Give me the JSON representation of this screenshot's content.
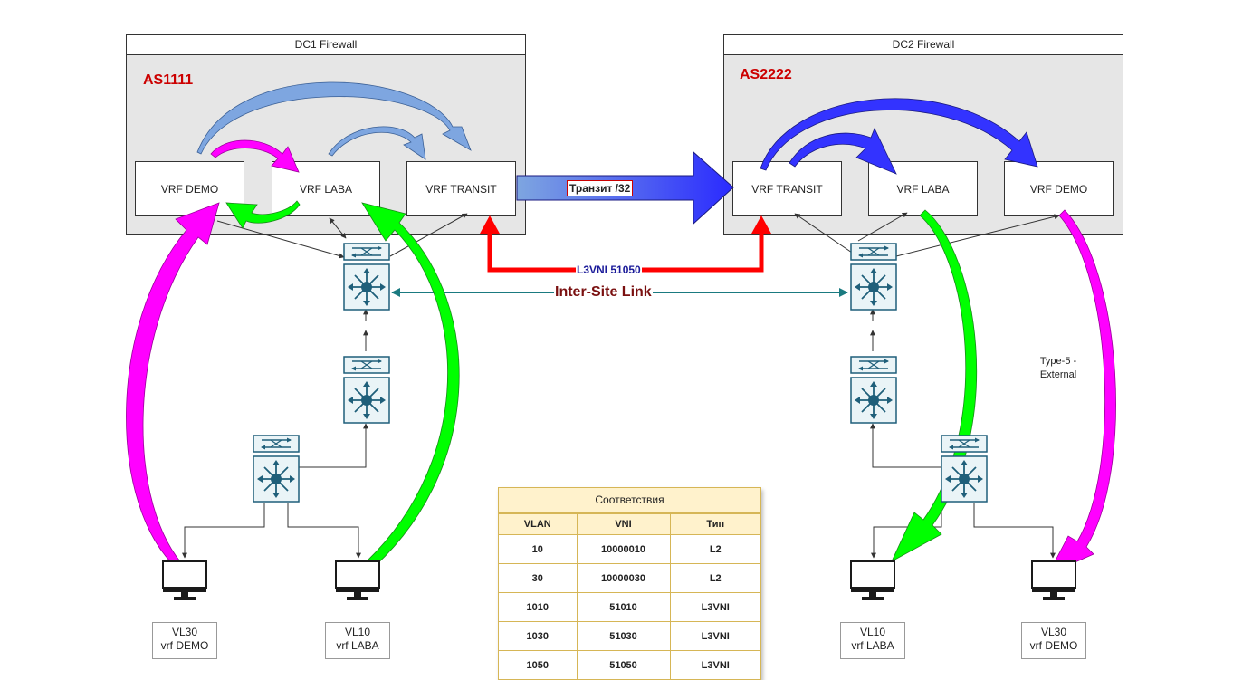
{
  "dc1": {
    "title": "DC1 Firewall",
    "as": "AS1111",
    "vrfs": [
      "VRF DEMO",
      "VRF LABA",
      "VRF TRANSIT"
    ]
  },
  "dc2": {
    "title": "DC2 Firewall",
    "as": "AS2222",
    "vrfs": [
      "VRF TRANSIT",
      "VRF LABA",
      "VRF DEMO"
    ]
  },
  "links": {
    "transit": "Транзит /32",
    "l3vni": "L3VNI 51050",
    "inter_site": "Inter-Site Link",
    "type5": "Type-5 - External"
  },
  "hosts": [
    {
      "vlan": "VL30",
      "vrf": "vrf DEMO"
    },
    {
      "vlan": "VL10",
      "vrf": "vrf LABA"
    },
    {
      "vlan": "VL10",
      "vrf": "vrf LABA"
    },
    {
      "vlan": "VL30",
      "vrf": "vrf DEMO"
    }
  ],
  "table": {
    "title": "Соответствия",
    "headers": [
      "VLAN",
      "VNI",
      "Тип"
    ],
    "rows": [
      [
        "10",
        "10000010",
        "L2"
      ],
      [
        "30",
        "10000030",
        "L2"
      ],
      [
        "1010",
        "51010",
        "L3VNI"
      ],
      [
        "1030",
        "51030",
        "L3VNI"
      ],
      [
        "1050",
        "51050",
        "L3VNI"
      ]
    ]
  },
  "colors": {
    "as_label": "#cc0000",
    "magenta": "#ff00ff",
    "green": "#00ff00",
    "blue": "#3333ff",
    "light_blue": "#7ea6e0",
    "red": "#ff0000",
    "teal": "#1a7a80",
    "switch_fill": "#eaf4f7",
    "switch_stroke": "#1f5f7a"
  },
  "icons": [
    "network-switch-icon",
    "fabric-core-switch-icon",
    "monitor-icon"
  ]
}
